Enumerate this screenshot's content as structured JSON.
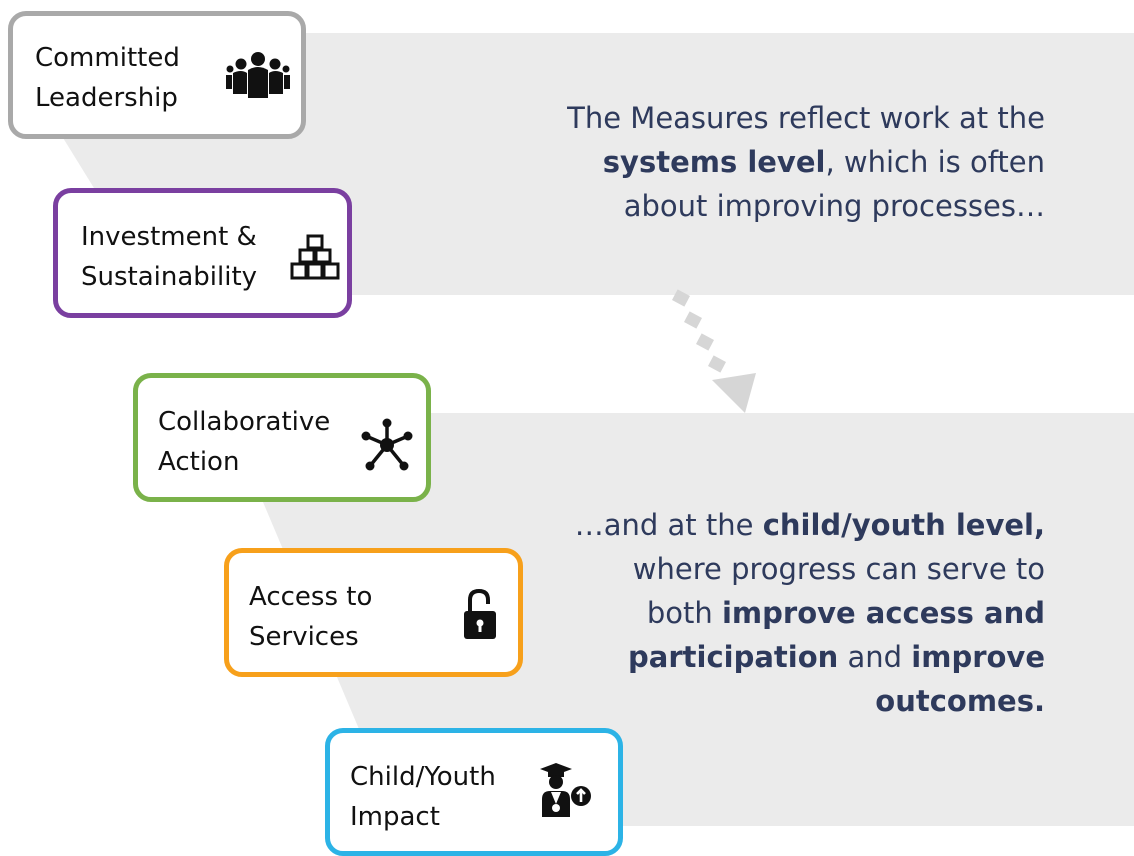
{
  "levels": [
    {
      "label": "Committed\nLeadership",
      "color": "#a9a9a9",
      "icon": "people-group-icon"
    },
    {
      "label": "Investment &\nSustainability",
      "color": "#7a3fa0",
      "icon": "stacked-blocks-icon"
    },
    {
      "label": "Collaborative\nAction",
      "color": "#7ab24a",
      "icon": "network-hub-icon"
    },
    {
      "label": "Access to\nServices",
      "color": "#f7a01b",
      "icon": "unlocked-padlock-icon"
    },
    {
      "label": "Child/Youth\nImpact",
      "color": "#2cb3e6",
      "icon": "graduate-person-icon"
    }
  ],
  "systems_panel": {
    "line1": "The Measures reflect work at the",
    "bold": "systems level",
    "line2_rest": ", which is often",
    "line3": "about improving processes…"
  },
  "youth_panel": {
    "part1": "…and at the ",
    "bold1": "child/youth level,",
    "line2": "where progress can serve to",
    "part3": "both ",
    "bold2": "improve access and",
    "bold3": "participation",
    "part4": " and ",
    "bold4": "improve",
    "bold5": "outcomes."
  },
  "colors": {
    "panel": "#ebebeb",
    "text": "#2e3a5c",
    "arrow": "#d6d6d6"
  }
}
